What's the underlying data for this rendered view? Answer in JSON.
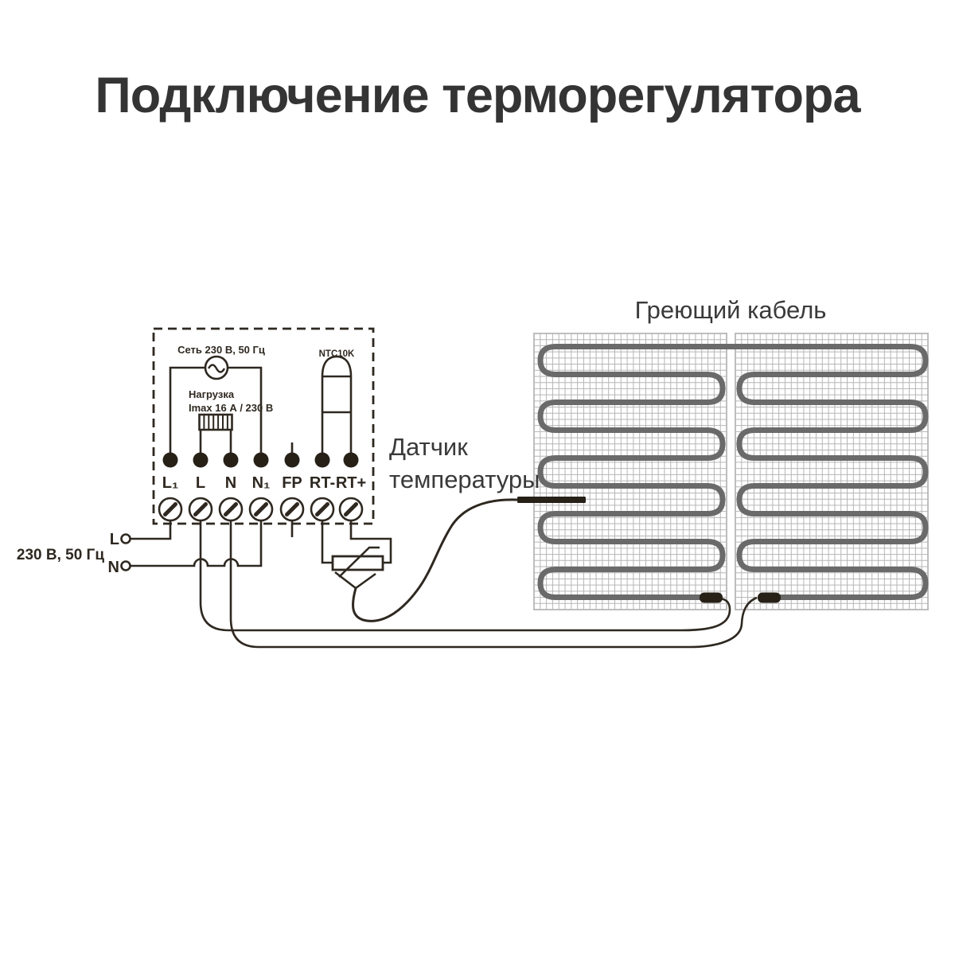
{
  "title": "Подключение терморегулятора",
  "thermostat": {
    "net_label": "Сеть 230 В, 50 Гц",
    "load_label_line1": "Нагрузка",
    "load_label_line2": "Imax 16 А / 230 В",
    "sensor_type_label": "NTC10K",
    "terminals": [
      "L₁",
      "L",
      "N",
      "N₁",
      "FP",
      "RT-",
      "RT+"
    ]
  },
  "mains": {
    "label": "230 В, 50 Гц",
    "live": "L",
    "neutral": "N"
  },
  "heating_mat": {
    "label": "Греющий кабель"
  },
  "temperature_sensor": {
    "label_line1": "Датчик",
    "label_line2": "температуры"
  },
  "colors": {
    "line": "#2E2820",
    "cable": "#6A6A6A",
    "grid": "#B6B6B6",
    "mat_border": "#8F8F8F",
    "dark": "#262017",
    "text": "#3A3A3A"
  }
}
